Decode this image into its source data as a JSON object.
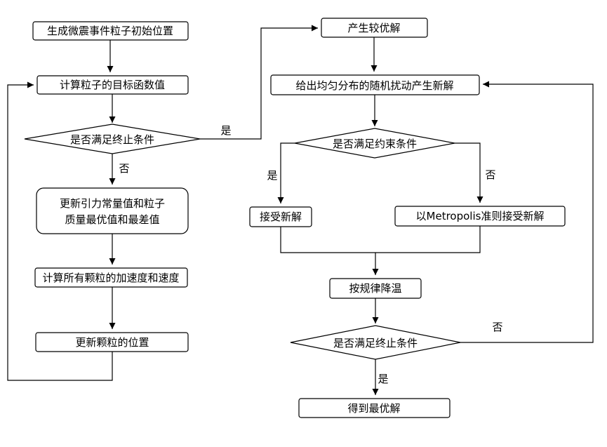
{
  "nodes": {
    "init_positions": "生成微震事件粒子初始位置",
    "compute_objective": "计算粒子的目标函数值",
    "termination_check_left": "是否满足终止条件",
    "update_constants_line1": "更新引力常量值和粒子",
    "update_constants_line2": "质量最优值和最差值",
    "compute_accel": "计算所有颗粒的加速度和速度",
    "update_positions": "更新颗粒的位置",
    "better_solution": "产生较优解",
    "perturbation": "给出均匀分布的随机扰动产生新解",
    "constraint_check": "是否满足约束条件",
    "accept_new": "接受新解",
    "metropolis_accept": "以Metropolis准则接受新解",
    "cool_down": "按规律降温",
    "termination_check_right": "是否满足终止条件",
    "optimal_solution": "得到最优解"
  },
  "edge_labels": {
    "yes": "是",
    "no": "否"
  }
}
